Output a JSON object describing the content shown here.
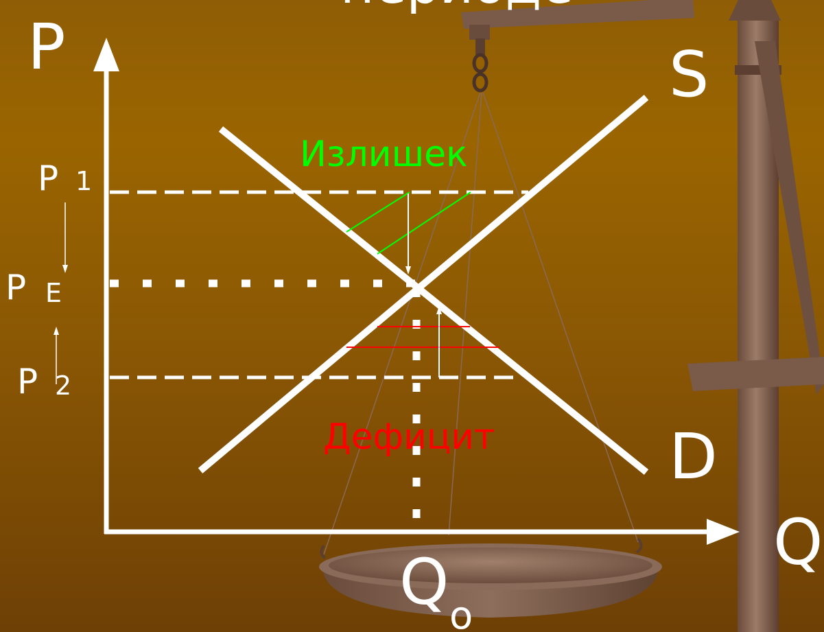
{
  "title_fragment": "периодe",
  "axes": {
    "y_label": "P",
    "x_label": "Q"
  },
  "curves": {
    "supply_label": "S",
    "demand_label": "D"
  },
  "price_levels": {
    "p1_main": "P",
    "p1_sub": "1",
    "pe_main": "P",
    "pe_sub": "E",
    "p2_main": "P",
    "p2_sub": "2"
  },
  "quantity": {
    "q0_main": "Q",
    "q0_sub": "o"
  },
  "annotations": {
    "surplus": "Излишек",
    "deficit": "Дефицит"
  },
  "colors": {
    "background": "#8f5d05",
    "lines": "#ffffff",
    "surplus": "#00ff00",
    "deficit": "#ff0000",
    "scale": "#7a5a46"
  }
}
